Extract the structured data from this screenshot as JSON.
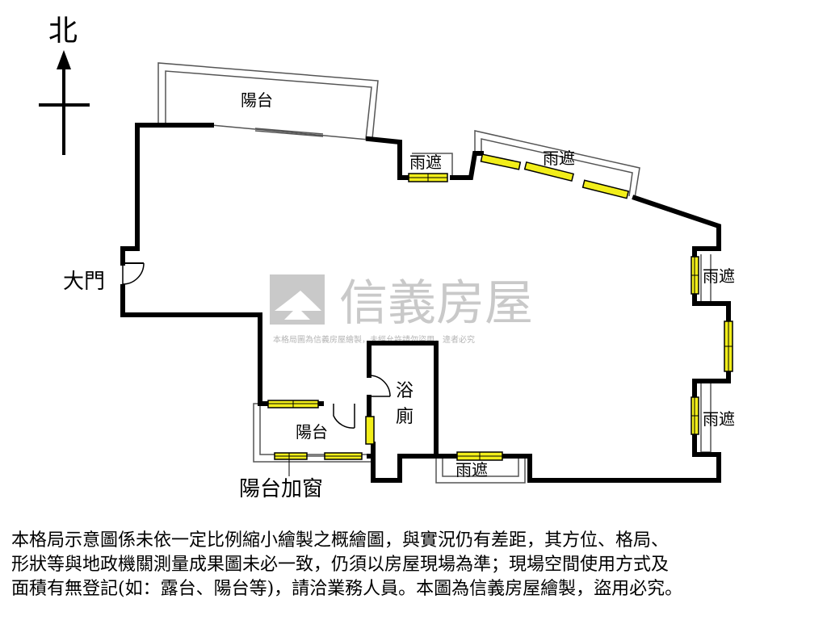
{
  "compass": {
    "north": "北"
  },
  "rooms": {
    "balcony_north": "陽台",
    "canopy_1": "雨遮",
    "canopy_2": "雨遮",
    "canopy_east_1": "雨遮",
    "canopy_east_2": "雨遮",
    "canopy_south": "雨遮",
    "main_door": "大門",
    "bathroom_line1": "浴",
    "bathroom_line2": "廁",
    "balcony_south": "陽台",
    "balcony_window": "陽台加窗"
  },
  "watermark": {
    "brand": "信義房屋",
    "caption": "本格局圖為信義房屋繪製，未經允許請勿盜用，違者必究"
  },
  "disclaimer": {
    "line1": "本格局示意圖係未依一定比例縮小繪製之概繪圖，與實況仍有差距，其方位、格局、",
    "line2": "形狀等與地政機關測量成果圖未必一致，仍須以房屋現場為準；現場空間使用方式及",
    "line3": "面積有無登記(如：露台、陽台等)，請洽業務人員。本圖為信義房屋繪製，盜用必究。"
  },
  "colors": {
    "wall": "#000000",
    "window_fill": "#f2ee1a",
    "watermark": "#c9c9c9",
    "outline": "#555555"
  },
  "icons": [
    "north-arrow-icon",
    "door-swing-icon",
    "house-logo-icon"
  ]
}
